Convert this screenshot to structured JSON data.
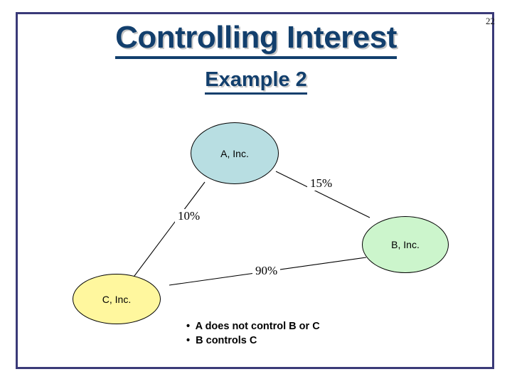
{
  "slide": {
    "page_number": "22",
    "title": "Controlling Interest",
    "subtitle": "Example 2",
    "frame_color": "#3a3a78",
    "title_color": "#123f6d"
  },
  "diagram": {
    "nodes": [
      {
        "id": "a",
        "label": "A, Inc.",
        "color": "#b8dee2"
      },
      {
        "id": "b",
        "label": "B, Inc.",
        "color": "#ccf5cc"
      },
      {
        "id": "c",
        "label": "C, Inc.",
        "color": "#fff79e"
      }
    ],
    "edges": [
      {
        "from": "a",
        "to": "b",
        "label": "15%"
      },
      {
        "from": "a",
        "to": "c",
        "label": "10%"
      },
      {
        "from": "c",
        "to": "b",
        "label": "90%"
      }
    ]
  },
  "notes": {
    "bullets": [
      "A does not control B or C",
      "B controls C"
    ],
    "bullet_glyph": "•"
  }
}
